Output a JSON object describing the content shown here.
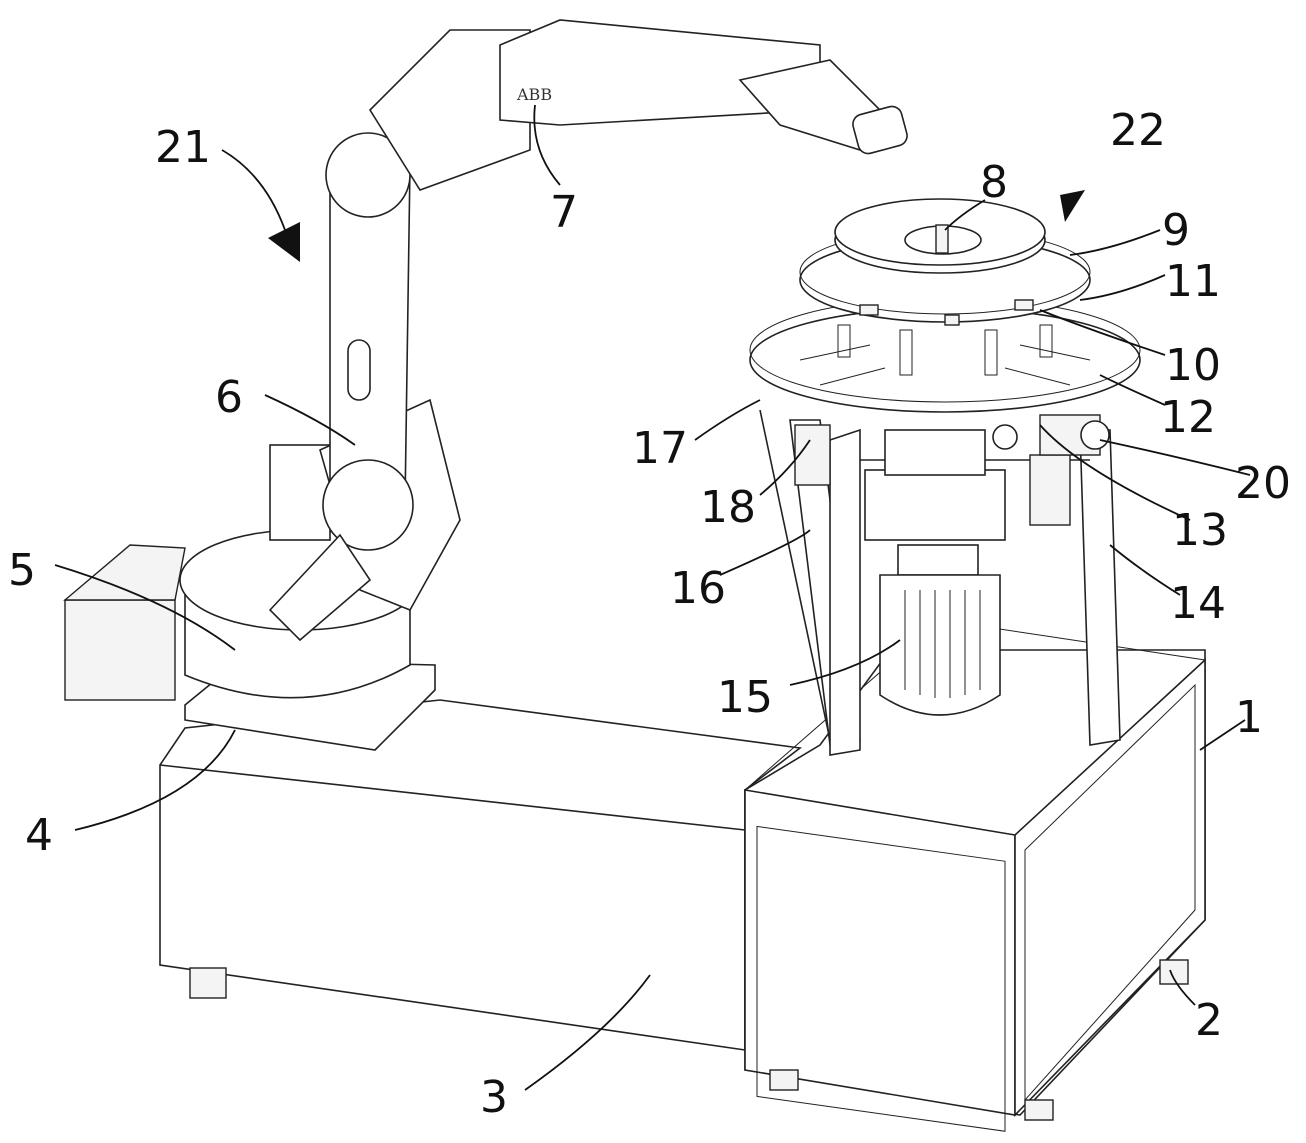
{
  "figure": {
    "logo_text": "ABB",
    "labels": [
      {
        "id": "label-1",
        "text": "1"
      },
      {
        "id": "label-2",
        "text": "2"
      },
      {
        "id": "label-3",
        "text": "3"
      },
      {
        "id": "label-4",
        "text": "4"
      },
      {
        "id": "label-5",
        "text": "5"
      },
      {
        "id": "label-6",
        "text": "6"
      },
      {
        "id": "label-7",
        "text": "7"
      },
      {
        "id": "label-8",
        "text": "8"
      },
      {
        "id": "label-9",
        "text": "9"
      },
      {
        "id": "label-10",
        "text": "10"
      },
      {
        "id": "label-11",
        "text": "11"
      },
      {
        "id": "label-12",
        "text": "12"
      },
      {
        "id": "label-13",
        "text": "13"
      },
      {
        "id": "label-14",
        "text": "14"
      },
      {
        "id": "label-15",
        "text": "15"
      },
      {
        "id": "label-16",
        "text": "16"
      },
      {
        "id": "label-17",
        "text": "17"
      },
      {
        "id": "label-18",
        "text": "18"
      },
      {
        "id": "label-20",
        "text": "20"
      },
      {
        "id": "label-21",
        "text": "21"
      },
      {
        "id": "label-22",
        "text": "22"
      }
    ]
  }
}
